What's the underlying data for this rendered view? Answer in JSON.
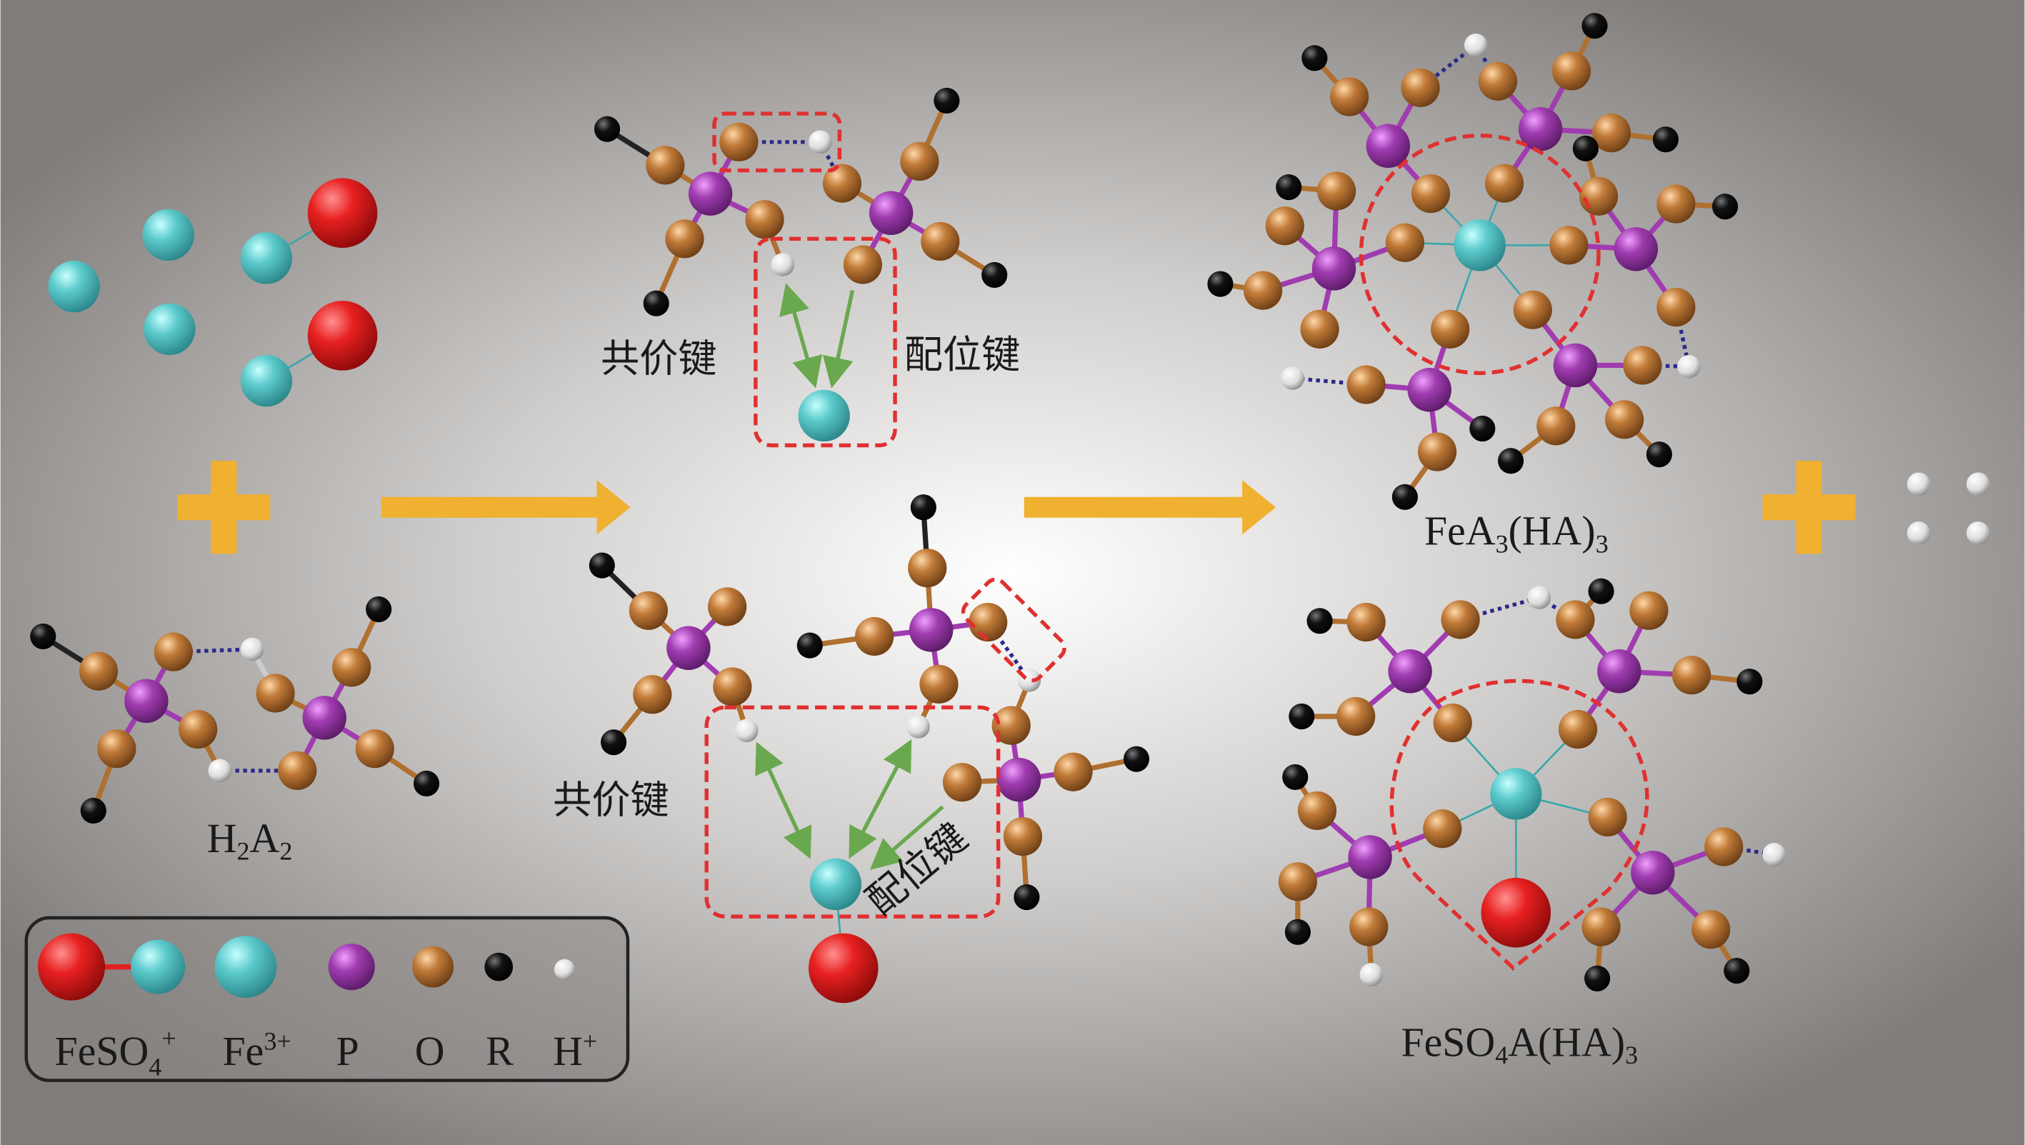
{
  "colors": {
    "fe": "#5cc8cc",
    "so4": "#e02020",
    "p": "#a03cb0",
    "o": "#c07a38",
    "r": "#111111",
    "h": "#eeeeee",
    "arrow": "#f0b030",
    "dash": "#e03030",
    "bond_arrow": "#6aa84f"
  },
  "labels": {
    "covalent_top": "共价键",
    "coordinate_top": "配位键",
    "covalent_bottom": "共价键",
    "coordinate_bottom": "配位键",
    "h2a2": {
      "a": "H",
      "b": "2",
      "c": "A",
      "d": "2"
    },
    "fea3": {
      "a": "FeA",
      "b": "3",
      "c": "(HA)",
      "d": "3"
    },
    "feso4a": {
      "a": "FeSO",
      "b": "4",
      "c": "A(HA)",
      "d": "3"
    }
  },
  "legend": {
    "feso4": {
      "a": "FeSO",
      "b": "4",
      "c": "+"
    },
    "fe3": {
      "a": "Fe",
      "b": "3+"
    },
    "p": "P",
    "o": "O",
    "r": "R",
    "h": {
      "a": "H",
      "b": "+"
    }
  }
}
